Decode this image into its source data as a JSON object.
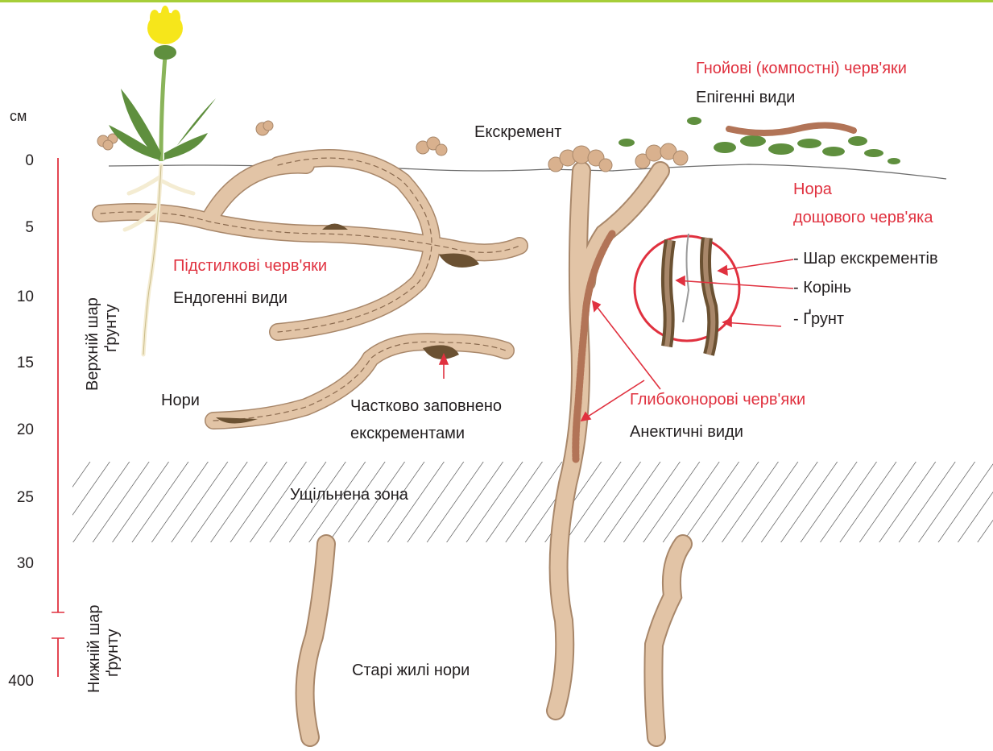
{
  "scale": {
    "unit": "см",
    "ticks": [
      "0",
      "5",
      "10",
      "15",
      "20",
      "25",
      "30",
      "400"
    ],
    "upper_layer": [
      "Верхній шар",
      "ґрунту"
    ],
    "lower_layer": [
      "Нижній шар",
      "ґрунту"
    ]
  },
  "labels": {
    "compost_title": "Гнойові (компостні) черв'яки",
    "epigeic": "Епігенні види",
    "excrement": "Екскремент",
    "burrow_title_1": "Нора",
    "burrow_title_2": "дощового черв'яка",
    "excrement_layer": "- Шар екскрементів",
    "root": "- Корінь",
    "soil": "- Ґрунт",
    "litter_worms": "Підстилкові черв'яки",
    "endogeic": "Ендогенні види",
    "burrows": "Нори",
    "partially_filled_1": "Частково заповнено",
    "partially_filled_2": "екскрементами",
    "deep_worms": "Глибоконорові черв'яки",
    "anecic": "Анектичні види",
    "compacted_zone": "Ущільнена зона",
    "old_burrows": "Старі жилі нори"
  },
  "colors": {
    "accent_line": "#a6ce39",
    "burrow": "#e2c4a6",
    "burrow_edge": "#a8876a",
    "label_red": "#e0313f",
    "leaf_green": "#5f8f3e",
    "flower_yellow": "#f6e61b",
    "cast": "#d9b18e",
    "excrement_dark": "#6b5132",
    "worm": "#b27457"
  }
}
